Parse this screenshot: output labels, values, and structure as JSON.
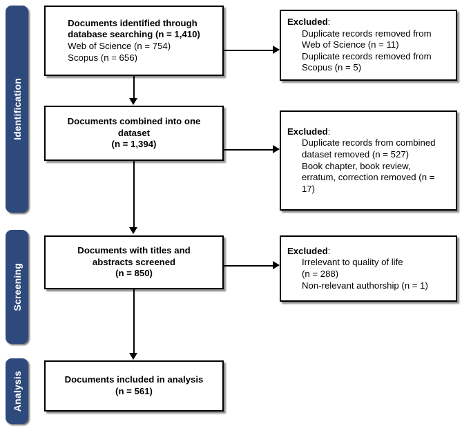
{
  "diagram": {
    "title": "PRISMA study selection flow diagram",
    "accent_color": "#2E4A7D",
    "line_color": "#000000",
    "background_color": "#FFFFFF"
  },
  "stages": [
    {
      "label": "Identification"
    },
    {
      "label": "Screening"
    },
    {
      "label": "Analysis"
    }
  ],
  "main_boxes": [
    {
      "title_line_1": "Documents identified through",
      "title_line_2": "database searching (n = 1,410)",
      "sub_line_1": "Web of Science (n = 754)",
      "sub_line_2": "Scopus (n = 656)"
    },
    {
      "title_line_1": "Documents combined into one",
      "title_line_2": "dataset",
      "count_line": "(n = 1,394)"
    },
    {
      "title_line_1": "Documents with titles and",
      "title_line_2": "abstracts screened",
      "count_line": "(n = 850)"
    },
    {
      "title_line_1": "Documents included in analysis",
      "count_line": "(n = 561)"
    }
  ],
  "excluded_boxes": [
    {
      "heading": "Excluded",
      "colon": ":",
      "lines": [
        "Duplicate records removed from",
        "Web of Science (n = 11)",
        "Duplicate records removed from",
        "Scopus (n = 5)"
      ]
    },
    {
      "heading": "Excluded",
      "colon": ":",
      "lines": [
        "Duplicate records from combined",
        "dataset removed (n = 527)",
        "Book chapter, book review,",
        "erratum, correction removed (n =",
        "17)"
      ]
    },
    {
      "heading": "Excluded",
      "colon": ":",
      "lines": [
        "Irrelevant to quality of life",
        "(n = 288)",
        "Non-relevant authorship (n = 1)"
      ]
    }
  ]
}
